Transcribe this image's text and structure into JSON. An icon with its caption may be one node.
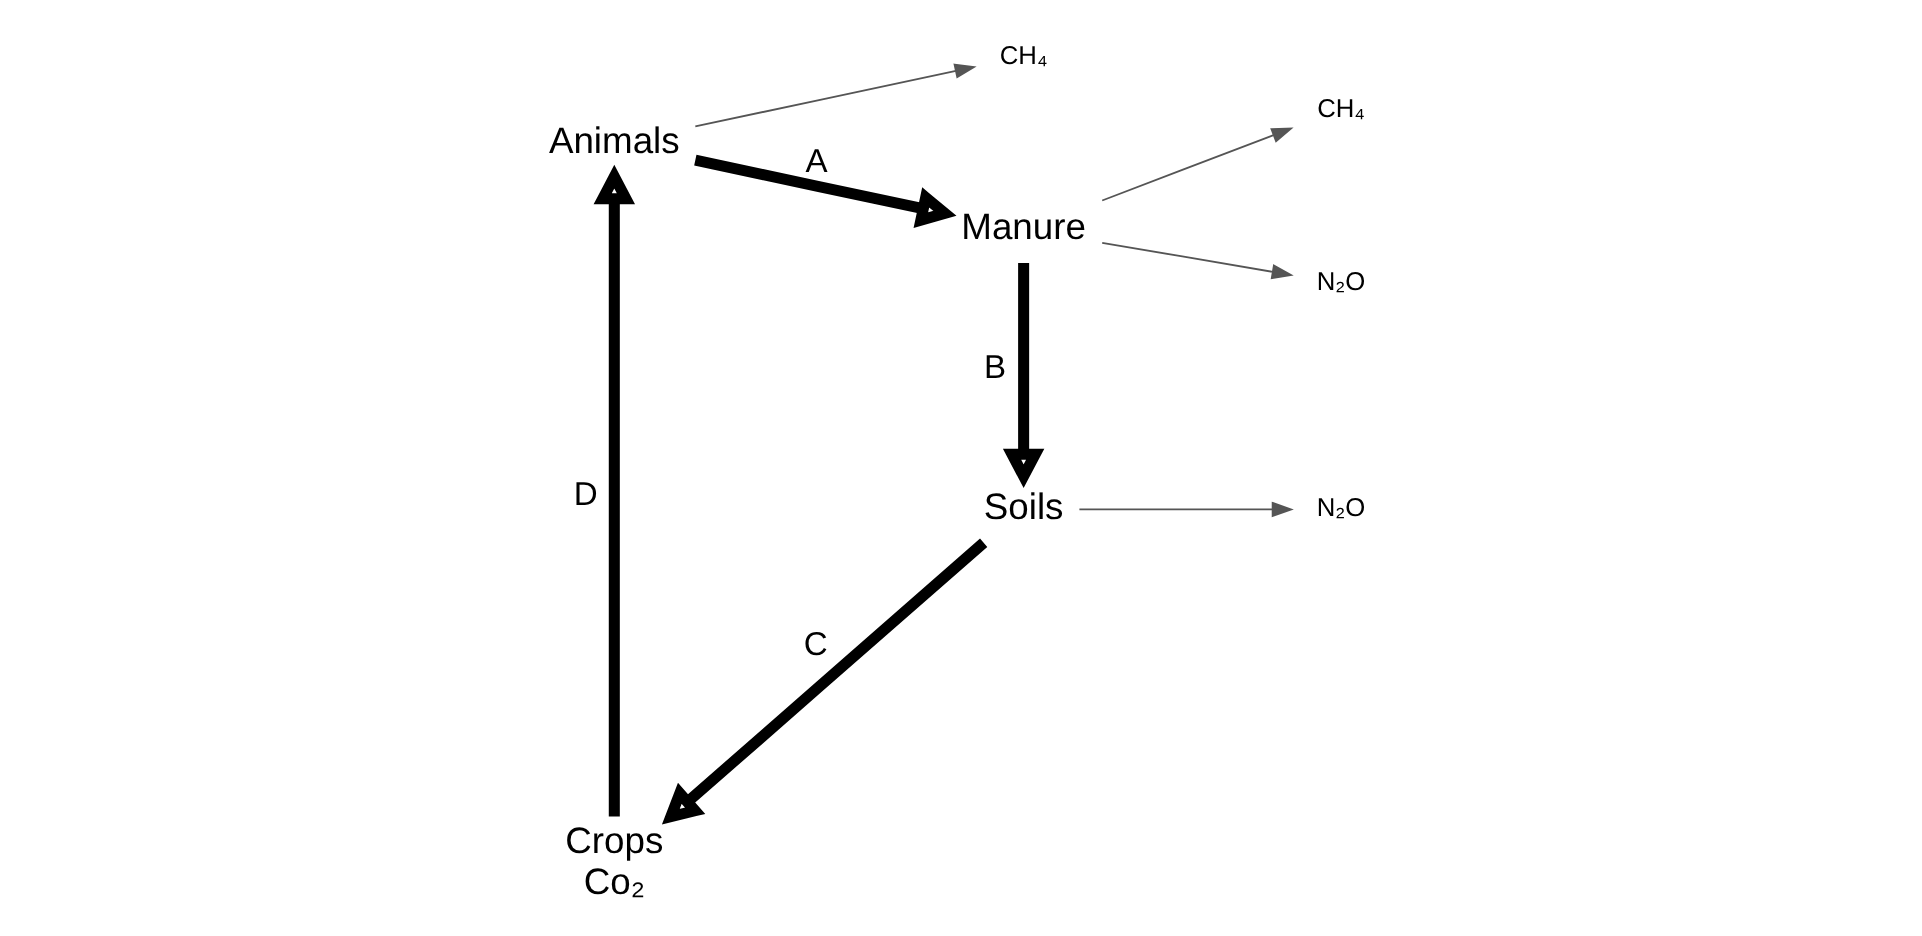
{
  "diagram": {
    "nodes": [
      {
        "text": [
          "Animals"
        ]
      },
      {
        "text": [
          "CH₄"
        ]
      },
      {
        "text": [
          "Manure"
        ]
      },
      {
        "text": [
          "CH₄"
        ]
      },
      {
        "text": [
          "N₂O"
        ]
      },
      {
        "text": [
          "Soils"
        ]
      },
      {
        "text": [
          "N₂O"
        ]
      },
      {
        "text": [
          "Crops",
          "Co₂"
        ]
      }
    ],
    "edges": [
      {
        "from": 0,
        "to": 2,
        "arrow": "to",
        "label": "A",
        "style": "thick"
      },
      {
        "from": 2,
        "to": 5,
        "arrow": "to",
        "label": "B",
        "style": "thick"
      },
      {
        "from": 5,
        "to": 7,
        "arrow": "to",
        "label": "C",
        "style": "thick"
      },
      {
        "from": 7,
        "to": 0,
        "arrow": "to",
        "label": "D",
        "style": "thick"
      },
      {
        "from": 0,
        "to": 1,
        "arrow": "to",
        "color": "#555555"
      },
      {
        "from": 2,
        "to": 3,
        "arrow": "to",
        "color": "#555555"
      },
      {
        "from": 2,
        "to": 4,
        "arrow": "to",
        "color": "#555555"
      },
      {
        "from": 5,
        "to": 6,
        "arrow": "to",
        "color": "#555555"
      }
    ]
  }
}
